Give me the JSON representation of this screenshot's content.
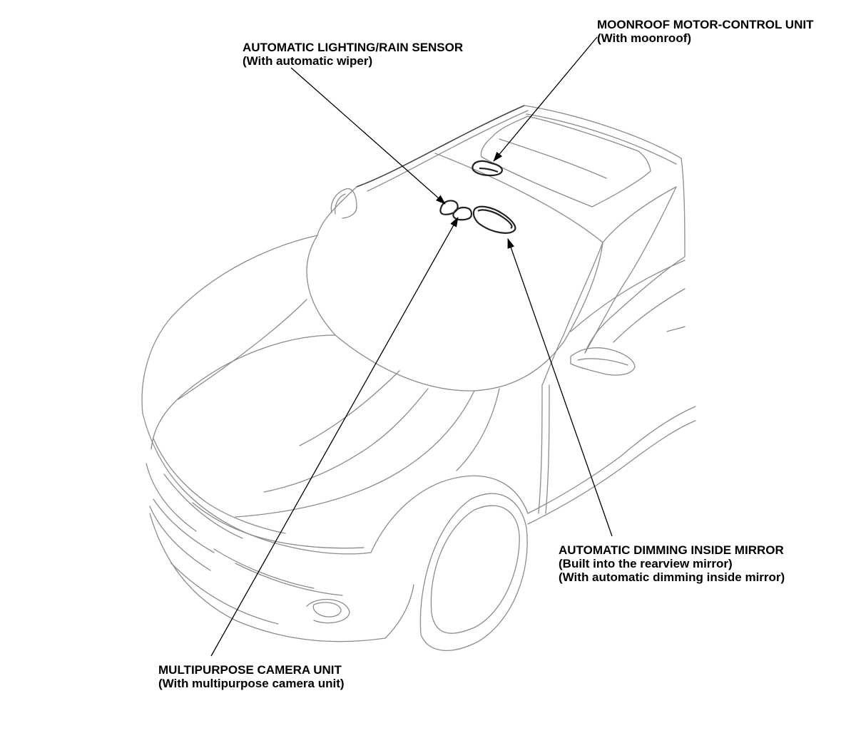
{
  "callouts": {
    "moonroof": {
      "title": "MOONROOF MOTOR-CONTROL UNIT",
      "lines": [
        "(With moonroof)"
      ]
    },
    "rain_sensor": {
      "title": "AUTOMATIC LIGHTING/RAIN SENSOR",
      "lines": [
        "(With automatic wiper)"
      ]
    },
    "mirror": {
      "title": "AUTOMATIC DIMMING INSIDE MIRROR",
      "lines": [
        "(Built into the rearview mirror)",
        "(With automatic dimming inside mirror)"
      ]
    },
    "camera": {
      "title": "MULTIPURPOSE CAMERA UNIT",
      "lines": [
        "(With multipurpose camera unit)"
      ]
    }
  }
}
